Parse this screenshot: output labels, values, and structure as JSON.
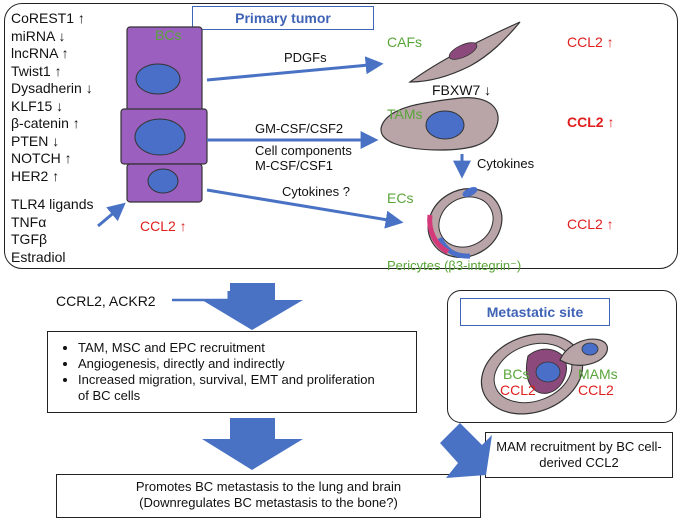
{
  "primary_tumor": {
    "title": "Primary tumor",
    "regulators": [
      "CoREST1 ↑",
      "miRNA ↓",
      "lncRNA ↑",
      "Twist1 ↑",
      "Dysadherin ↓",
      "KLF15 ↓",
      "β-catenin ↑",
      "PTEN ↓",
      "NOTCH ↑",
      "HER2 ↑"
    ],
    "stimuli": [
      "TLR4 ligands",
      "TNFα",
      "TGFβ",
      "Estradiol"
    ],
    "bcs_label": "BCs",
    "bcs_ccl2": "CCL2 ↑",
    "pdgfs_label": "PDGFs",
    "gmcsf_label": "GM-CSF/CSF2",
    "cell_components_label": "Cell components",
    "mcsf_label": "M-CSF/CSF1",
    "cytokines_q_label": "Cytokines ?",
    "cafs_label": "CAFs",
    "cafs_ccl2": "CCL2 ↑",
    "fbxw7_label": "FBXW7 ↓",
    "tams_label": "TAMs",
    "tams_ccl2": "CCL2 ↑",
    "cytokines_label": "Cytokines",
    "ecs_label": "ECs",
    "ecs_ccl2": "CCL2 ↑",
    "pericytes_label": "Pericytes (β3-integrin⁻)"
  },
  "inhibitors_label": "CCRL2, ACKR2",
  "effects": [
    "TAM, MSC and EPC recruitment",
    "Angiogenesis, directly and indirectly",
    "Increased migration, survival, EMT and proliferation of BC cells"
  ],
  "metastatic_site": {
    "title": "Metastatic site",
    "bcs_label": "BCs",
    "bcs_ccl2": "CCL2",
    "mams_label": "MAMs",
    "mams_ccl2": "CCL2"
  },
  "mam_recruitment": "MAM recruitment by BC cell-derived CCL2",
  "outcome": {
    "line1": "Promotes BC metastasis to the lung and brain",
    "line2": "(Downregulates BC metastasis to the bone?)"
  },
  "colors": {
    "arrow_blue": "#4a72c4",
    "cell_purple": "#9b5fbf",
    "nucleus_blue": "#4a6fc9",
    "host_cell_taupe": "#b9a5a8",
    "label_green": "#5aa53a",
    "label_red": "#e01e1e",
    "title_blue": "#3f63b5"
  }
}
